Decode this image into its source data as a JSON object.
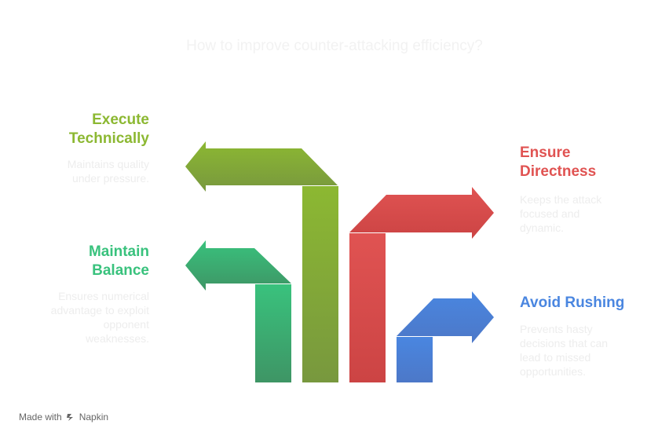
{
  "title": "How to improve counter-attacking efficiency?",
  "items": [
    {
      "label": "Execute Technically",
      "description": "Maintains quality under pressure.",
      "color": "#8cb832",
      "color_dark": "#78983e"
    },
    {
      "label": "Maintain Balance",
      "description": "Ensures numerical advantage to exploit opponent weaknesses.",
      "color": "#39c27d",
      "color_dark": "#3e9565"
    },
    {
      "label": "Ensure Directness",
      "description": "Keeps the attack focused and dynamic.",
      "color": "#e05352",
      "color_dark": "#cc4444"
    },
    {
      "label": "Avoid Rushing",
      "description": "Prevents hasty decisions that can lead to missed opportunities.",
      "color": "#4a86e0",
      "color_dark": "#4c78c8"
    }
  ],
  "footer": {
    "made_with": "Made with",
    "brand": "Napkin",
    "icon": "napkin-logo-icon"
  }
}
